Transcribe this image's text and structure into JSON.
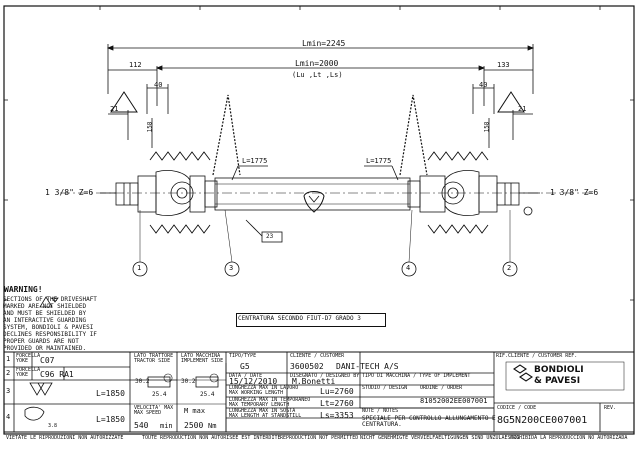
{
  "dimensions": {
    "lmin_total": "Lmin=2245",
    "left_offset": "112",
    "right_offset": "133",
    "lmin_inner": "Lmin=2000",
    "lmin_inner_sub": "(Lu ,Lt ,Ls)",
    "left_40": "40",
    "right_40": "40",
    "left_21": "21",
    "right_21": "21",
    "left_158": "158",
    "right_158": "158",
    "left_L": "L=1775",
    "right_L": "L=1775",
    "left_spline": "1 3/8\" Z=6",
    "right_spline": "1 3/8\" Z=6",
    "callouts": [
      "1",
      "3",
      "4",
      "2"
    ],
    "label_small": "23"
  },
  "warning": {
    "title": "WARNING!",
    "lines": [
      "SECTIONS      OF THE DRIVESHAFT",
      "MARKED       ARE NOT SHIELDED",
      "AND MUST BE SHIELDED BY",
      "AN INTERACTIVE GUARDING",
      "SYSTEM, BONDIOLI & PAVESI",
      "DECLINES RESPONSIBILITY IF",
      "PROPER GUARDS ARE NOT",
      "PROVIDED OR MAINTAINED."
    ]
  },
  "note": "CENTRATURA SECONDO FIUT-D7 GRADO 3",
  "parts": {
    "rows": [
      {
        "num": "1",
        "label": "FORCELLA\nYOKE",
        "code": "C07"
      },
      {
        "num": "2",
        "label": "FORCELLA\nYOKE",
        "code": "C96  RA1"
      },
      {
        "num": "3",
        "value": "L=1850"
      },
      {
        "num": "4",
        "value": "L=1850"
      }
    ],
    "tube_dims": {
      "outer": "30.2",
      "outer_r": "25.4"
    },
    "tube2_dims": {
      "outer": "30.2",
      "outer_r": "25.4"
    },
    "tube_small": "3.8"
  },
  "title_block": {
    "lato_trattore": "LATO TRATTORE\nTRACTOR SIDE",
    "lato_macchina": "LATO MACCHINA\nIMPLEMENT SIDE",
    "velocita_label": "VELOCITA' MAX\nMAX SPEED",
    "velocita": "540",
    "velocita_unit": "min",
    "m_max_label": "M max",
    "m_max": "2500",
    "m_max_unit": "Nm",
    "tipo_label": "TIPO/TYPE",
    "tipo": "G5",
    "cliente_label": "CLIENTE / CUSTOMER",
    "cliente_code": "3600502",
    "cliente": "DANI-TECH A/S",
    "data_label": "DATA / DATE",
    "data": "15/12/2010",
    "disegnato_label": "DISEGNATO / DESIGNED BY",
    "disegnato": "M.Bonetti",
    "tipo_dis_label": "TIPO DI MACCHINA / TYPE OF IMPLEMENT",
    "rif_cliente_label": "RIF.CLIENTE / CUSTOMER REF.",
    "lu_label": "LUNGHEZZA MAX IN LAVORO\nMAX WORKING LENGTH",
    "lu": "Lu=2760",
    "lt_label": "LUNGHEZZA MAX IN TEMPORANEO\nMAX TEMPORARY LENGTH",
    "lt": "Lt=2760",
    "ls_label": "LUNGHEZZA MAX IN SOSTA\nMAX LENGTH AT STANDSTILL",
    "ls": "Ls=3353",
    "studio_label": "STUDIO / DESIGN",
    "ordine_label": "ORDINE / ORDER",
    "ordine": "81052002EE007001",
    "note_label": "NOTE / NOTES",
    "note_text": "SPECIALE PER CONTROLLO ALLUNGAMENTO E\nCENTRATURA.",
    "codice_label": "CODICE / CODE",
    "codice": "8G5N200CE007001",
    "rev_label": "REV.",
    "brand_line1": "BONDIOLI",
    "brand_line2": "& PAVESI"
  },
  "footer": [
    "VIETATE LE RIPRODUZIONI NON AUTORIZZATE",
    "TOUTE REPRODUCTION NON AUTORISEE EST INTERDITE",
    "REPRODUCTION NOT PERMITTED",
    "NICHT GENEHMIGTE VERVIELFAELTIGUNGEN SIND UNZULAESSIG",
    "PROHIBIDA LA REPRODUCCION NO AUTORIZADA"
  ]
}
